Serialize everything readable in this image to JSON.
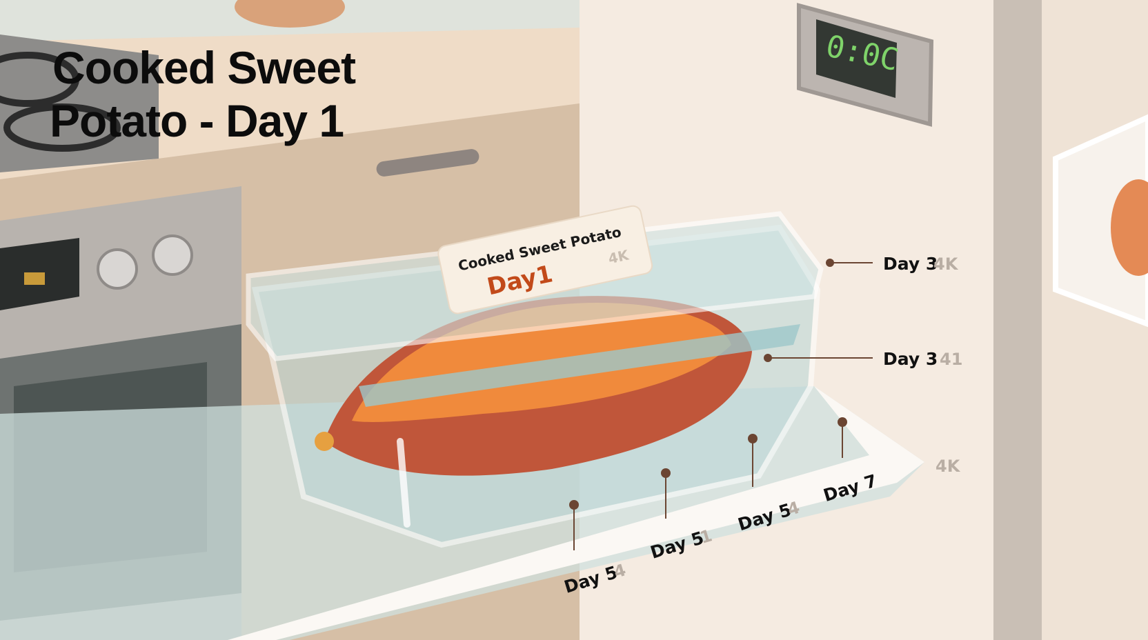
{
  "title": {
    "line1": "Cooked Sweet",
    "line2": "Potato - Day 1"
  },
  "clock": {
    "display": "0:0C",
    "digit_color": "#7fd36a"
  },
  "container_label": {
    "name": "Cooked Sweet Potato",
    "day": "Day1",
    "mark": "4K"
  },
  "callouts": [
    {
      "label": "Day 3",
      "suffix": "4K"
    },
    {
      "label": "Day 3",
      "suffix": "41"
    },
    {
      "label": "",
      "suffix": "4K"
    },
    {
      "label": "Day 5",
      "suffix": "4"
    },
    {
      "label": "Day 5",
      "suffix": "1"
    },
    {
      "label": "Day 5",
      "suffix": "4"
    },
    {
      "label": "Day 7",
      "suffix": ""
    }
  ],
  "colors": {
    "potato_flesh": "#f08a3c",
    "potato_skin": "#c0563a",
    "day_accent": "#c24a1a",
    "container_tint": "#b9d6d6",
    "pin": "#6b4532"
  }
}
